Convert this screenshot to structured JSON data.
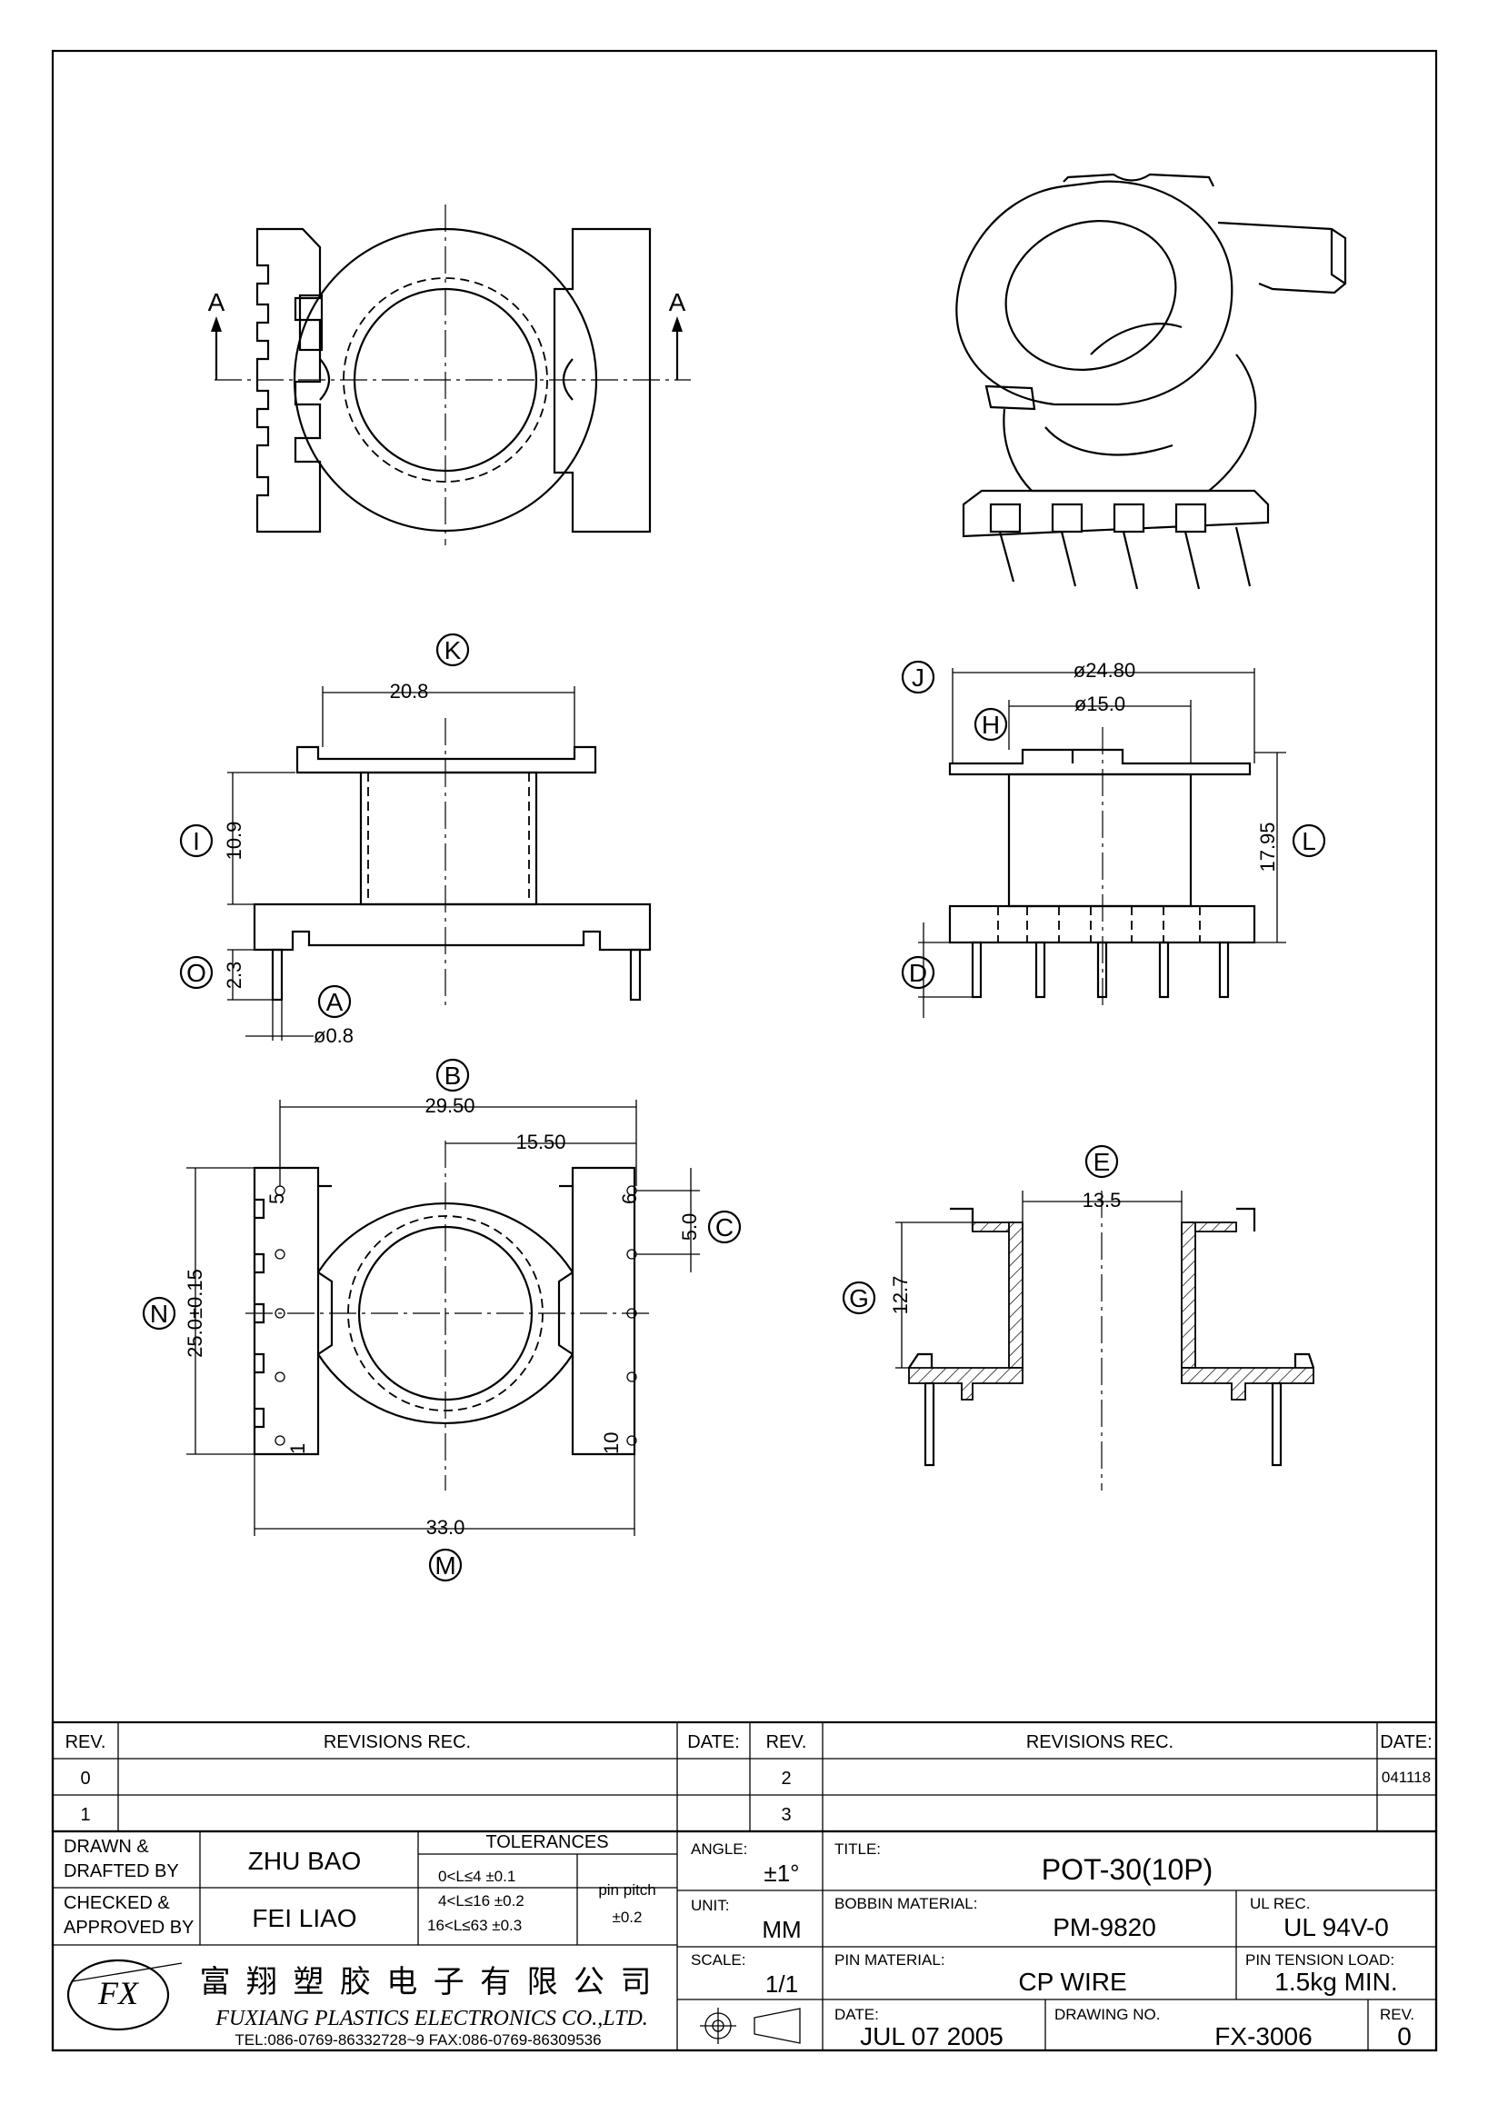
{
  "views": {
    "top": {
      "section_left": "A",
      "section_right": "A"
    },
    "front": {
      "labels": {
        "K": "K",
        "I": "I",
        "O": "O",
        "A": "A"
      },
      "dims": {
        "width": "20.8",
        "height": "10.9",
        "pin_len": "2.3",
        "pin_dia": "ø0.8"
      }
    },
    "side": {
      "labels": {
        "J": "J",
        "H": "H",
        "L": "L",
        "D": "D"
      },
      "dims": {
        "outer_dia": "ø24.80",
        "inner_dia": "ø15.0",
        "height": "17.95"
      }
    },
    "bottom": {
      "labels": {
        "B": "B",
        "C": "C",
        "N": "N",
        "M": "M"
      },
      "dims": {
        "span": "29.50",
        "half": "15.50",
        "pitch": "5.0",
        "height": "25.0±0.15",
        "width": "33.0"
      },
      "pins": {
        "p5": "5",
        "p6": "6",
        "p1": "1",
        "p10": "10"
      }
    },
    "section": {
      "labels": {
        "E": "E",
        "G": "G"
      },
      "dims": {
        "inner": "13.5",
        "height": "12.7"
      }
    }
  },
  "revisions": {
    "h_rev": "REV.",
    "h_rec": "REVISIONS   REC.",
    "h_date": "DATE:",
    "h_rev2": "REV.",
    "h_rec2": "REVISIONS   REC.",
    "h_date2": "DATE:",
    "r0": "0",
    "r1": "1",
    "r2": "2",
    "r3": "3",
    "d2": "041118"
  },
  "titleblock": {
    "drawn_label": "DRAWN &\nDRAFTED BY",
    "drawn_l1": "DRAWN  &",
    "drawn_l2": "DRAFTED  BY",
    "drawn_by": "ZHU  BAO",
    "checked_l1": "CHECKED  &",
    "checked_l2": "APPROVED  BY",
    "checked_by": "FEI  LIAO",
    "tol_header": "TOLERANCES",
    "tol1": "0<L≤4    ±0.1",
    "tol2": "4<L≤16  ±0.2",
    "tol3": "16<L≤63  ±0.3",
    "pitch_l1": "pin  pitch",
    "pitch_l2": "±0.2",
    "angle_label": "ANGLE:",
    "angle_val": "±1°",
    "unit_label": "UNIT:",
    "unit_val": "MM",
    "scale_label": "SCALE:",
    "scale_val": "1/1",
    "title_label": "TITLE:",
    "title_val": "POT-30(10P)",
    "bobbin_label": "BOBBIN  MATERIAL:",
    "bobbin_val": "PM-9820",
    "ul_label": "UL  REC.",
    "ul_val": "UL  94V-0",
    "pinmat_label": "PIN  MATERIAL:",
    "pinmat_val": "CP  WIRE",
    "tension_label": "PIN  TENSION  LOAD:",
    "tension_val": "1.5kg  MIN.",
    "date_label": "DATE:",
    "date_val": "JUL  07  2005",
    "drawno_label": "DRAWING  NO.",
    "drawno_val": "FX-3006",
    "rev_label": "REV.",
    "rev_val": "0",
    "company_cn": "富 翔 塑 胶 电 子 有 限 公 司",
    "company_en": "FUXIANG  PLASTICS  ELECTRONICS  CO.,LTD.",
    "contact": "TEL:086-0769-86332728~9  FAX:086-0769-86309536",
    "logo_text": "FX"
  }
}
